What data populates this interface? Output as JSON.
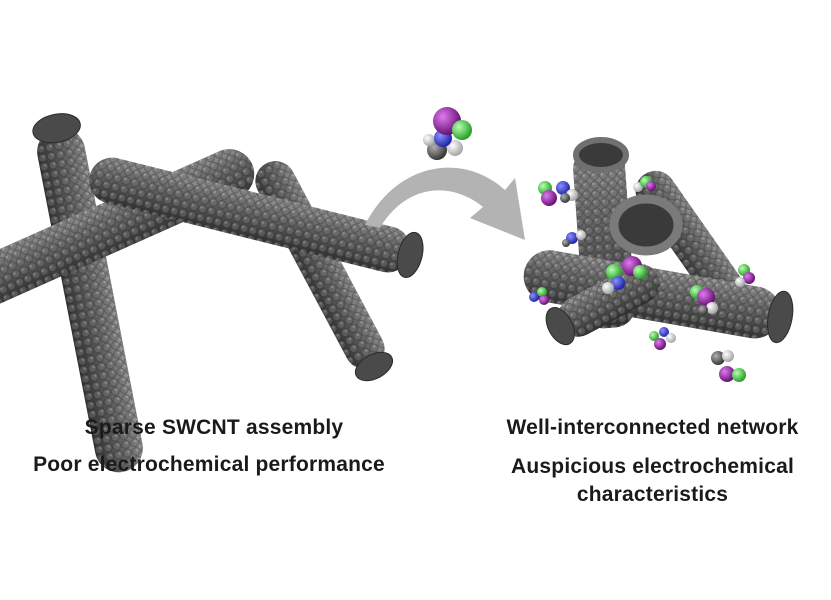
{
  "colors": {
    "carbon": "#5a5a5a",
    "carbon_light": "#8a8a8a",
    "carbon_dark": "#2f2f2f",
    "arrow": "#b3b3b3",
    "nitrogen": "#2b34d6",
    "chlorine": "#3ee03a",
    "iodine": "#9a1aa8",
    "hydrogen": "#f2f2f2"
  },
  "labels": {
    "left_line1": "Sparse SWCNT assembly",
    "left_line2": "Poor electrochemical performance",
    "right_line1": "Well-interconnected network",
    "right_line2": "Auspicious electrochemical characteristics"
  }
}
